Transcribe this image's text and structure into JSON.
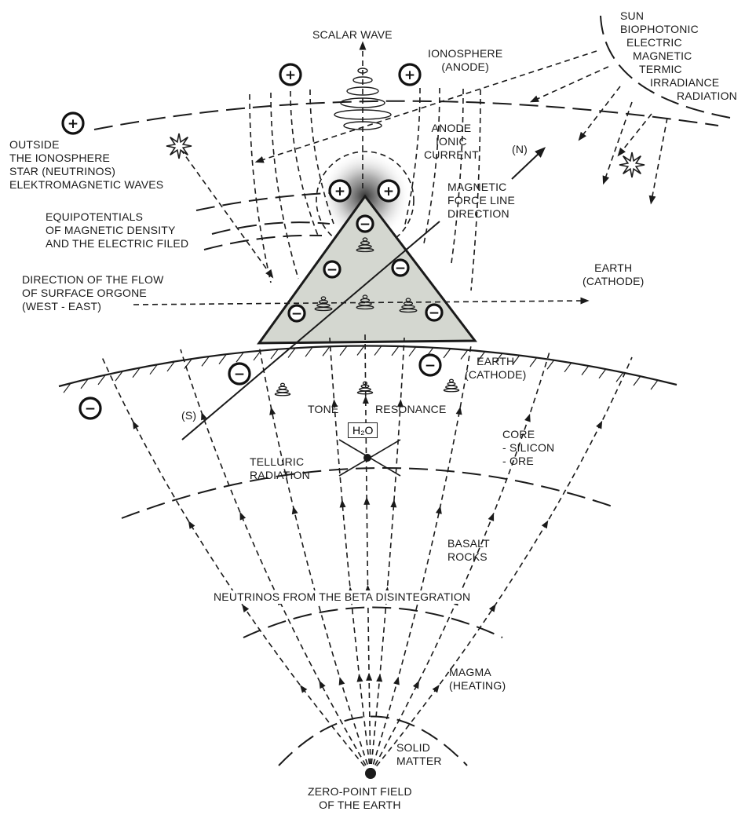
{
  "labels": {
    "scalar_wave": "SCALAR WAVE",
    "ionosphere": [
      "IONOSPHERE",
      "(ANODE)"
    ],
    "sun_sources": [
      "SUN",
      "BIOPHOTONIC",
      "ELECTRIC",
      "MAGNETIC",
      "TERMIC",
      "IRRADIANCE",
      "RADIATION"
    ],
    "outside_ionosphere": [
      "OUTSIDE",
      "THE IONOSPHERE",
      "STAR (NEUTRINOS)",
      "ELEKTROMAGNETIC WAVES"
    ],
    "anode_current": [
      "ANODE",
      "IONIC",
      "CURRENT"
    ],
    "north": "(N)",
    "magnetic_force": [
      "MAGNETIC",
      "FORCE LINE",
      "DIRECTION"
    ],
    "equipotentials": [
      "EQUIPOTENTIALS",
      "OF MAGNETIC DENSITY",
      "AND THE ELECTRIC FILED"
    ],
    "orgone_flow": [
      "DIRECTION OF THE FLOW",
      "OF SURFACE ORGONE",
      "(WEST - EAST)"
    ],
    "earth_cathode_upper": [
      "EARTH",
      "(CATHODE)"
    ],
    "earth_cathode_lower": [
      "EARTH",
      "(CATHODE)"
    ],
    "south": "(S)",
    "tone": "TONE",
    "resonance": "RESONANCE",
    "h2o": "H₂O",
    "core": [
      "CORE",
      "- SILICON",
      "- ORE"
    ],
    "telluric": [
      "TELLURIC",
      "RADIATION"
    ],
    "basalt": [
      "BASALT",
      "ROCKS"
    ],
    "neutrinos": "NEUTRINOS FROM THE BETA DISINTEGRATION",
    "magma": [
      "MAGMA",
      "(HEATING)"
    ],
    "solid_matter": [
      "SOLID",
      "MATTER"
    ],
    "zero_point": [
      "ZERO-POINT FIELD",
      "OF THE EARTH"
    ]
  },
  "charges": {
    "plus": "+",
    "minus": "−"
  },
  "icons": {
    "star": "star-burst-icon",
    "spiral": "coil-spiral-icon"
  },
  "colors": {
    "ink": "#1a1a1a",
    "pyramid_fill": "#d4d7d0",
    "glow": "#4a4a4a",
    "background": "#ffffff"
  }
}
